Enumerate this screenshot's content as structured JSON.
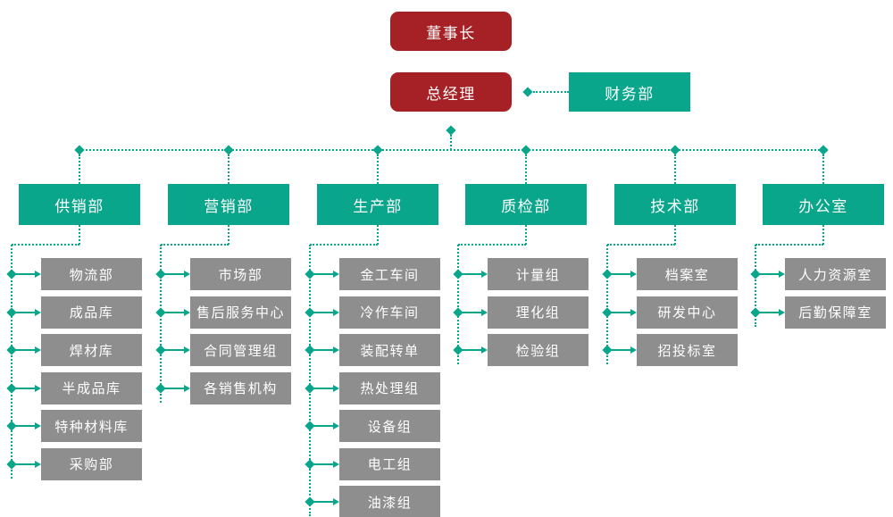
{
  "colors": {
    "primary_red": "#a62125",
    "teal": "#0aa68b",
    "gray": "#8e8e8e",
    "box_text": "#ffffff"
  },
  "org": {
    "chairman": "董事长",
    "general_manager": "总经理",
    "finance_dept": "财务部",
    "departments": [
      {
        "label": "供销部",
        "children": [
          "物流部",
          "成品库",
          "焊材库",
          "半成品库",
          "特种材料库",
          "采购部"
        ]
      },
      {
        "label": "营销部",
        "children": [
          "市场部",
          "售后服务中心",
          "合同管理组",
          "各销售机构"
        ]
      },
      {
        "label": "生产部",
        "children": [
          "金工车间",
          "冷作车间",
          "装配转单",
          "热处理组",
          "设备组",
          "电工组",
          "油漆组"
        ]
      },
      {
        "label": "质检部",
        "children": [
          "计量组",
          "理化组",
          "检验组"
        ]
      },
      {
        "label": "技术部",
        "children": [
          "档案室",
          "研发中心",
          "招投标室"
        ]
      },
      {
        "label": "办公室",
        "children": [
          "人力资源室",
          "后勤保障室"
        ]
      }
    ]
  }
}
